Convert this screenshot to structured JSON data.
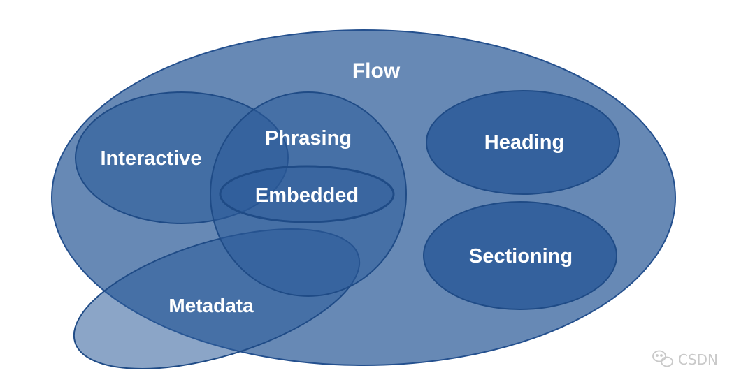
{
  "diagram": {
    "categories": [
      {
        "key": "flow",
        "label": "Flow"
      },
      {
        "key": "interactive",
        "label": "Interactive"
      },
      {
        "key": "phrasing",
        "label": "Phrasing"
      },
      {
        "key": "embedded",
        "label": "Embedded"
      },
      {
        "key": "heading",
        "label": "Heading"
      },
      {
        "key": "sectioning",
        "label": "Sectioning"
      },
      {
        "key": "metadata",
        "label": "Metadata"
      }
    ],
    "colors": {
      "fill": "#2c5b99",
      "stroke": "#1f4b86",
      "label": "#ffffff",
      "watermark": "#c9c9c9"
    }
  },
  "watermark": {
    "icon": "wechat-icon",
    "text": "CSDN"
  }
}
